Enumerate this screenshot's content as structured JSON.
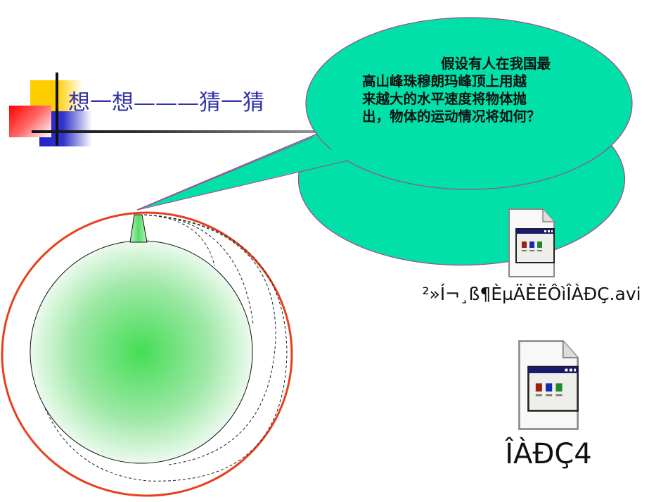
{
  "slide": {
    "title": "想一想———猜一猜",
    "title_color": "#3333aa"
  },
  "bubble": {
    "lines": [
      "假设有人在我国最",
      "高山峰珠穆朗玛峰顶上用越",
      "来越大的水平速度将物体抛",
      "出，物体的运动情况将如何？"
    ],
    "fill": "#00e0a8",
    "stroke": "#aa4488"
  },
  "diagram": {
    "earth_fill_center": "#44dd55",
    "orbit_color": "#e8401c",
    "trajectory_style": "dashed"
  },
  "files": [
    {
      "icon": "video-file-icon",
      "label": "²»Í¬¸ß¶ÈµÄÈËÔìÎÀÐÇ.avi"
    },
    {
      "icon": "video-file-icon",
      "label": "ÎÀÐÇ4"
    }
  ]
}
